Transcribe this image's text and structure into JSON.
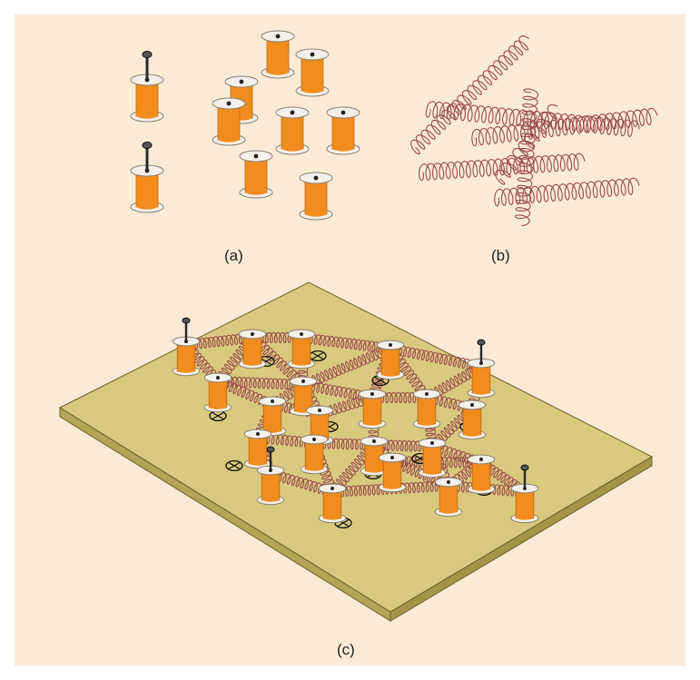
{
  "captions": {
    "a": "(a)",
    "b": "(b)",
    "c": "(c)"
  },
  "colors": {
    "background": "#fbebd6",
    "spool_body": "#f28c1c",
    "spool_flange": "#f4f0ea",
    "spring": "#9b4a4e",
    "board_top": "#d8c97e",
    "board_edge": "#b3a456",
    "pin": "#2a2a2a"
  },
  "icons": [
    "spool-icon",
    "pin-icon",
    "spring-icon",
    "anchor-mark-icon"
  ]
}
